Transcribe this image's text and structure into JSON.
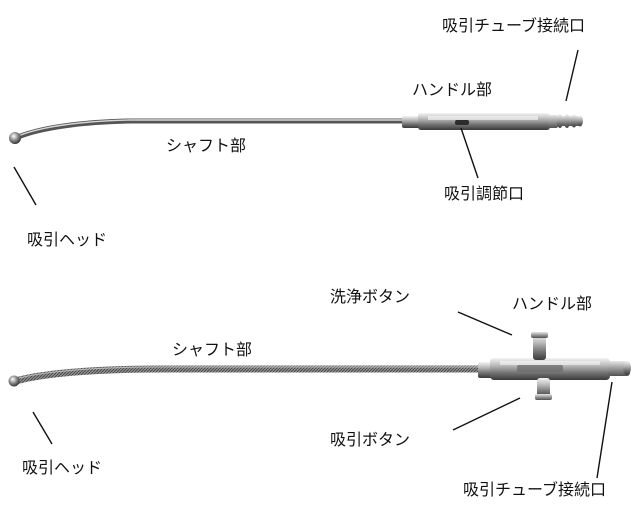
{
  "figure1": {
    "labels": {
      "tube_connector": "吸引チューブ接続口",
      "handle": "ハンドル部",
      "shaft": "シャフト部",
      "adjust_hole": "吸引調節口",
      "head": "吸引ヘッド"
    }
  },
  "figure2": {
    "labels": {
      "wash_button": "洗浄ボタン",
      "handle": "ハンドル部",
      "shaft": "シャフト部",
      "suction_button": "吸引ボタン",
      "head": "吸引ヘッド",
      "tube_connector": "吸引チューブ接続口"
    }
  }
}
